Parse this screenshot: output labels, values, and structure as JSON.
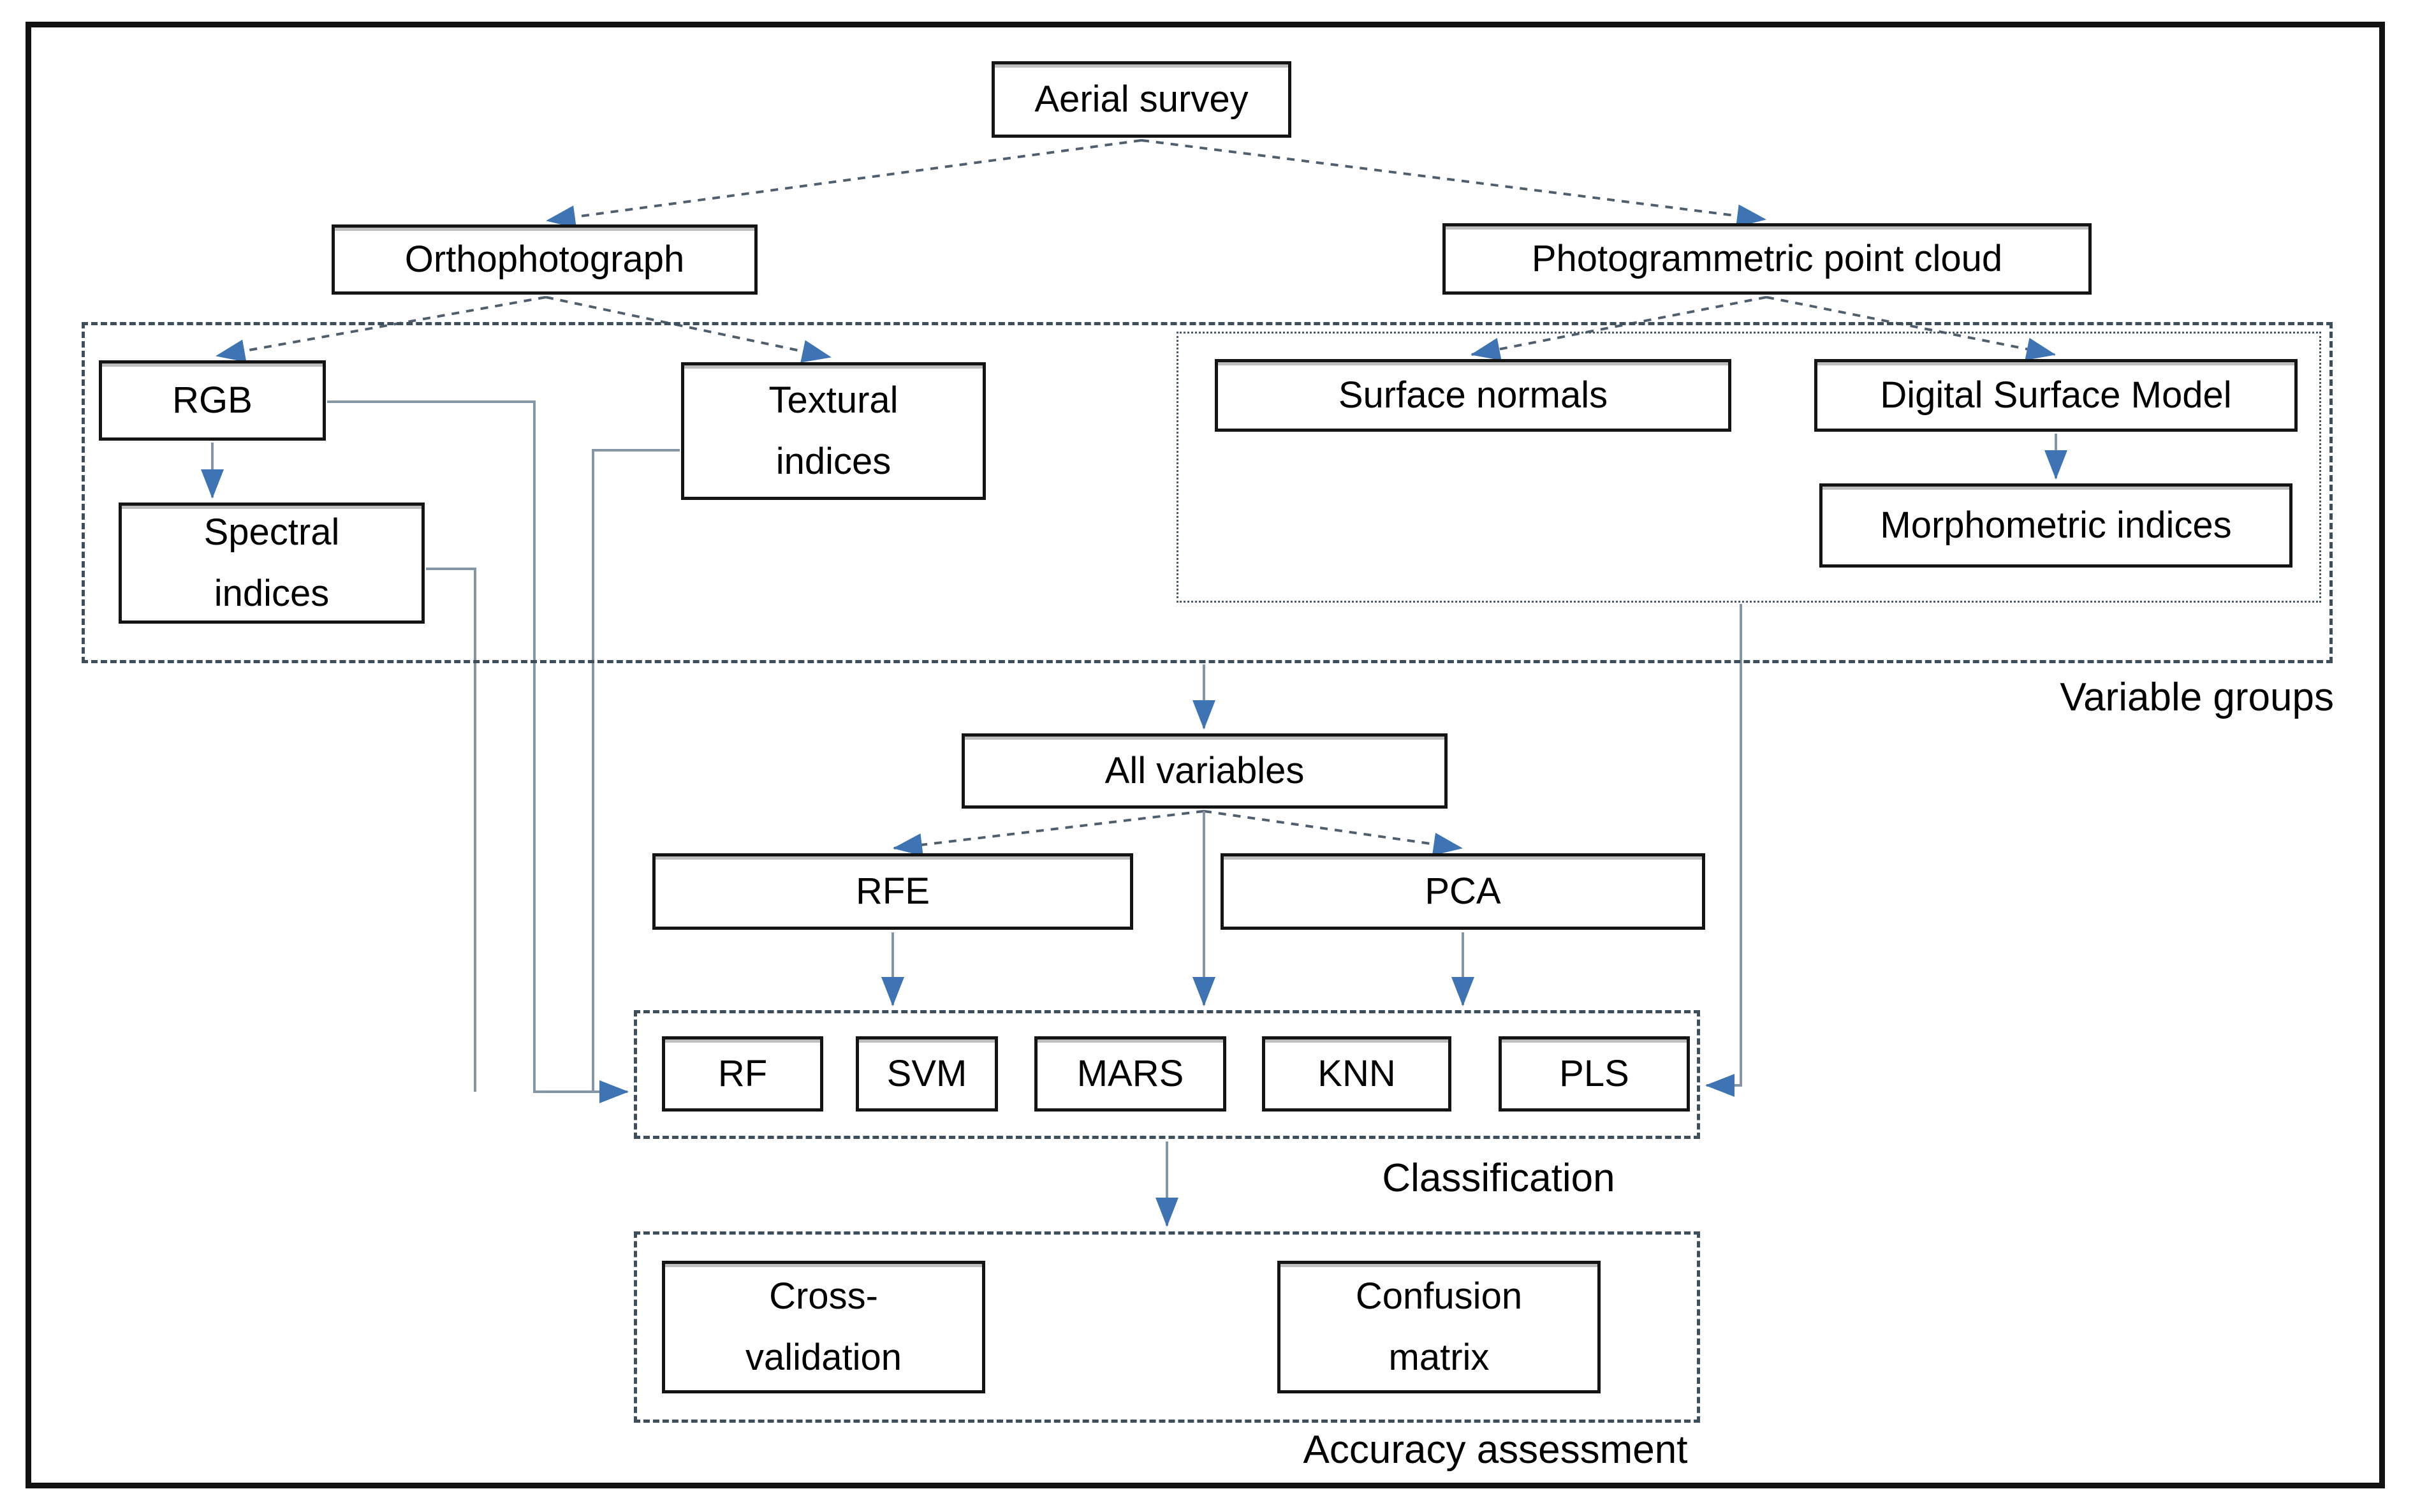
{
  "figure": {
    "nodes": {
      "aerial_survey": "Aerial survey",
      "orthophotograph": "Orthophotograph",
      "photogrammetric_point_cloud": "Photogrammetric point cloud",
      "rgb": "RGB",
      "spectral_indices": "Spectral indices",
      "textural_indices": "Textural indices",
      "surface_normals": "Surface normals",
      "digital_surface_model": "Digital Surface Model",
      "morphometric_indices": "Morphometric indices",
      "all_variables": "All variables",
      "rfe": "RFE",
      "pca": "PCA",
      "rf": "RF",
      "svm": "SVM",
      "mars": "MARS",
      "knn": "KNN",
      "pls": "PLS",
      "cross_validation": "Cross-validation",
      "confusion_matrix": "Confusion matrix"
    },
    "labels": {
      "variable_groups": "Variable groups",
      "classification": "Classification",
      "accuracy_assessment": "Accuracy assessment"
    },
    "colors": {
      "arrowhead_blue": "#3E74B4",
      "connector_gray": "#8496A6",
      "dashed_connector": "#4F5F6D",
      "group_border": "#3F4E5B",
      "node_border": "#141414",
      "figure_border": "#111111"
    },
    "edges": [
      {
        "from": "aerial_survey",
        "to": "orthophotograph",
        "style": "dashed"
      },
      {
        "from": "aerial_survey",
        "to": "photogrammetric_point_cloud",
        "style": "dashed"
      },
      {
        "from": "orthophotograph",
        "to": "rgb",
        "style": "dashed"
      },
      {
        "from": "orthophotograph",
        "to": "textural_indices",
        "style": "dashed"
      },
      {
        "from": "photogrammetric_point_cloud",
        "to": "surface_normals",
        "style": "dashed"
      },
      {
        "from": "photogrammetric_point_cloud",
        "to": "digital_surface_model",
        "style": "dashed"
      },
      {
        "from": "rgb",
        "to": "spectral_indices",
        "style": "solid"
      },
      {
        "from": "digital_surface_model",
        "to": "morphometric_indices",
        "style": "solid"
      },
      {
        "from": "variable_groups",
        "to": "all_variables",
        "style": "solid"
      },
      {
        "from": "all_variables",
        "to": "rfe",
        "style": "dashed"
      },
      {
        "from": "all_variables",
        "to": "pca",
        "style": "dashed"
      },
      {
        "from": "all_variables",
        "to": "classification",
        "style": "solid"
      },
      {
        "from": "rfe",
        "to": "classification",
        "style": "solid"
      },
      {
        "from": "pca",
        "to": "classification",
        "style": "solid"
      },
      {
        "from": "rgb",
        "to": "classification",
        "style": "solid"
      },
      {
        "from": "spectral_indices",
        "to": "classification",
        "style": "solid"
      },
      {
        "from": "textural_indices",
        "to": "classification",
        "style": "solid"
      },
      {
        "from": "point_cloud_group",
        "to": "classification",
        "style": "solid"
      },
      {
        "from": "classification",
        "to": "accuracy_assessment",
        "style": "solid"
      }
    ]
  }
}
